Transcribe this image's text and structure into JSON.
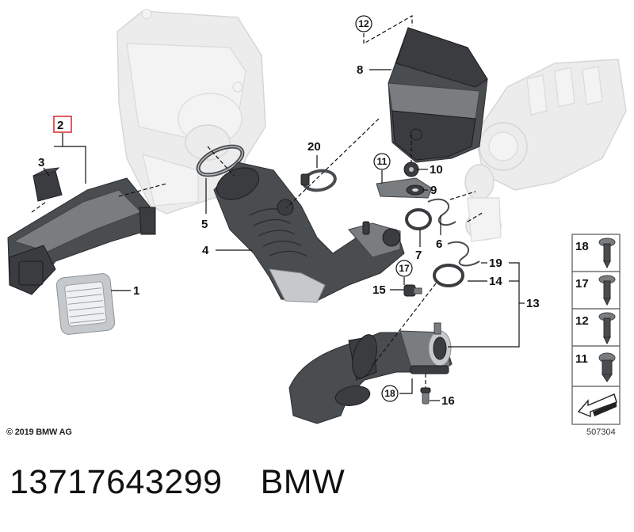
{
  "callouts": {
    "c1": "1",
    "c2": "2",
    "c3": "3",
    "c4": "4",
    "c5": "5",
    "c6": "6",
    "c7": "7",
    "c8": "8",
    "c9": "9",
    "c10": "10",
    "c11": "11",
    "c12": "12",
    "c13": "13",
    "c14": "14",
    "c15": "15",
    "c16": "16",
    "c17": "17",
    "c18": "18",
    "c19": "19",
    "c20": "20"
  },
  "screw_table": {
    "rows": [
      "18",
      "17",
      "12",
      "11"
    ]
  },
  "footer": {
    "copyright": "© 2019 BMW AG",
    "diagram_number": "507304",
    "part_number": "13717643299",
    "brand": "BMW"
  },
  "colors": {
    "part": "#4a4d50",
    "ghost": "#ececec",
    "highlight_box": "#d9343a"
  }
}
